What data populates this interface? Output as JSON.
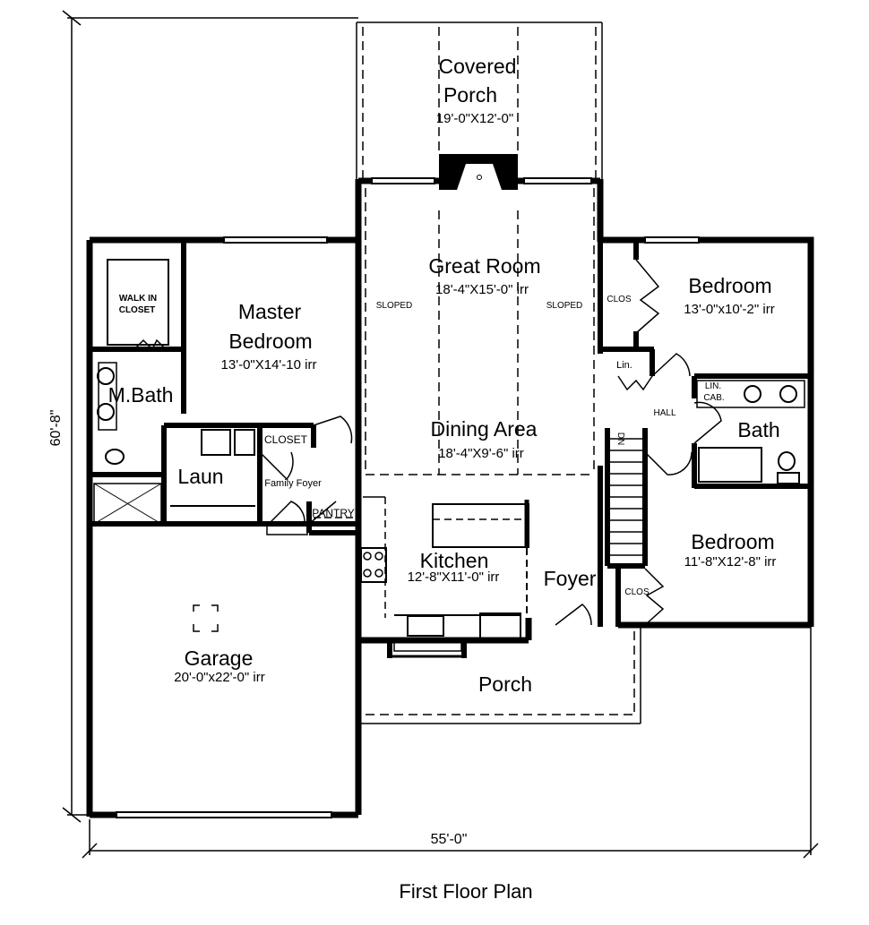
{
  "plan": {
    "title": "First Floor Plan",
    "overall_width": "55'-0\"",
    "overall_depth": "60'-8\""
  },
  "rooms": {
    "covered_porch": {
      "name_line1": "Covered",
      "name_line2": "Porch",
      "size": "19'-0\"X12'-0\""
    },
    "great_room": {
      "name": "Great Room",
      "size": "18'-4\"X15'-0\" irr",
      "sloped_left": "SLOPED",
      "sloped_right": "SLOPED"
    },
    "dining_area": {
      "name": "Dining Area",
      "size": "18'-4\"X9'-6\" irr"
    },
    "master_bedroom": {
      "name_line1": "Master",
      "name_line2": "Bedroom",
      "size": "13'-0\"X14'-10 irr"
    },
    "walk_in_closet": {
      "line1": "WALK IN",
      "line2": "CLOSET"
    },
    "master_bath": {
      "name": "M.Bath"
    },
    "laundry": {
      "name": "Laun"
    },
    "closet": {
      "name": "CLOSET"
    },
    "family_foyer": {
      "name": "Family Foyer"
    },
    "pantry": {
      "name": "PANTRY"
    },
    "kitchen": {
      "name": "Kitchen",
      "size": "12'-8\"X11'-0\" irr"
    },
    "foyer": {
      "name": "Foyer"
    },
    "porch": {
      "name": "Porch"
    },
    "garage": {
      "name": "Garage",
      "size": "20'-0\"x22'-0\" irr"
    },
    "bedroom_2": {
      "name": "Bedroom",
      "size": "13'-0\"x10'-2\" irr",
      "closet": "CLOS"
    },
    "linen": {
      "name": "Lin."
    },
    "hall": {
      "name": "HALL"
    },
    "linen_cabinet": {
      "line1": "LIN.",
      "line2": "CAB."
    },
    "bath": {
      "name": "Bath"
    },
    "stairs": {
      "direction": "DN"
    },
    "bedroom_3": {
      "name": "Bedroom",
      "size": "11'-8\"X12'-8\" irr",
      "closet": "CLOS"
    }
  }
}
